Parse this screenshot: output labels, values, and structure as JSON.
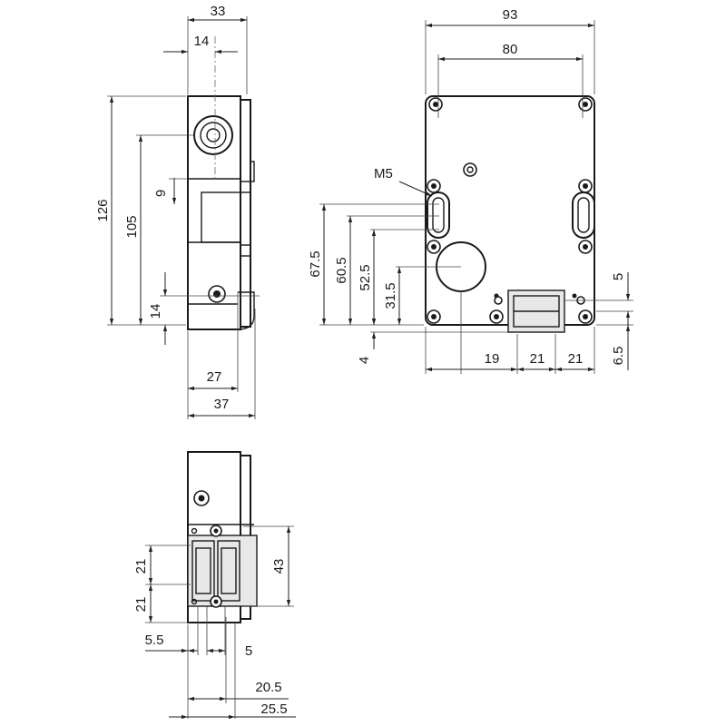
{
  "side_view": {
    "dim_width_top": "33",
    "dim_key_offset": "14",
    "dim_height_total": "126",
    "dim_key_height": "105",
    "dim_slot": "9",
    "dim_base_height": "14",
    "dim_depth_27": "27",
    "dim_depth_37": "37"
  },
  "front_view": {
    "dim_width_total": "93",
    "dim_hole_spacing": "80",
    "thread_label": "M5",
    "dim_67_5": "67.5",
    "dim_60_5": "60.5",
    "dim_52_5": "52.5",
    "dim_31_5": "31.5",
    "dim_4": "4",
    "dim_19": "19",
    "dim_21_a": "21",
    "dim_21_b": "21",
    "dim_5": "5",
    "dim_6_5": "6.5"
  },
  "bottom_view": {
    "dim_21_upper": "21",
    "dim_21_lower": "21",
    "dim_43": "43",
    "dim_5_5": "5.5",
    "dim_5": "5",
    "dim_20_5": "20.5",
    "dim_25_5": "25.5"
  }
}
